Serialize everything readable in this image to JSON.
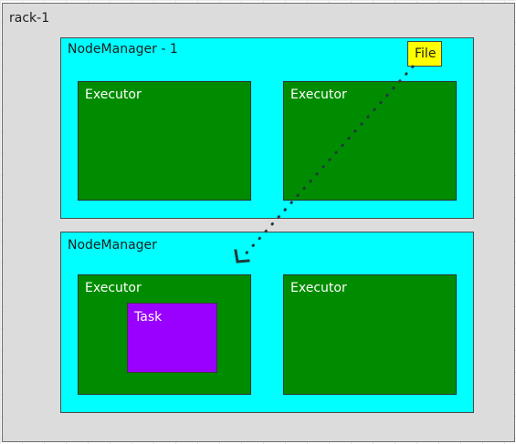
{
  "rack": {
    "label": "rack-1"
  },
  "node_managers": [
    {
      "label": "NodeManager - 1",
      "executors": [
        {
          "label": "Executor"
        },
        {
          "label": "Executor"
        }
      ]
    },
    {
      "label": "NodeManager",
      "executors": [
        {
          "label": "Executor",
          "task": "Task"
        },
        {
          "label": "Executor"
        }
      ]
    }
  ],
  "file": {
    "label": "File"
  },
  "colors": {
    "rack_fill": "#dcdcdc",
    "node_manager_fill": "#00ffff",
    "executor_fill": "#008c00",
    "task_fill": "#9900ff",
    "file_fill": "#ffff00",
    "arrow": "#1f3a3a"
  },
  "connector": {
    "from": "File",
    "to": "NodeManager",
    "style": "dotted"
  }
}
